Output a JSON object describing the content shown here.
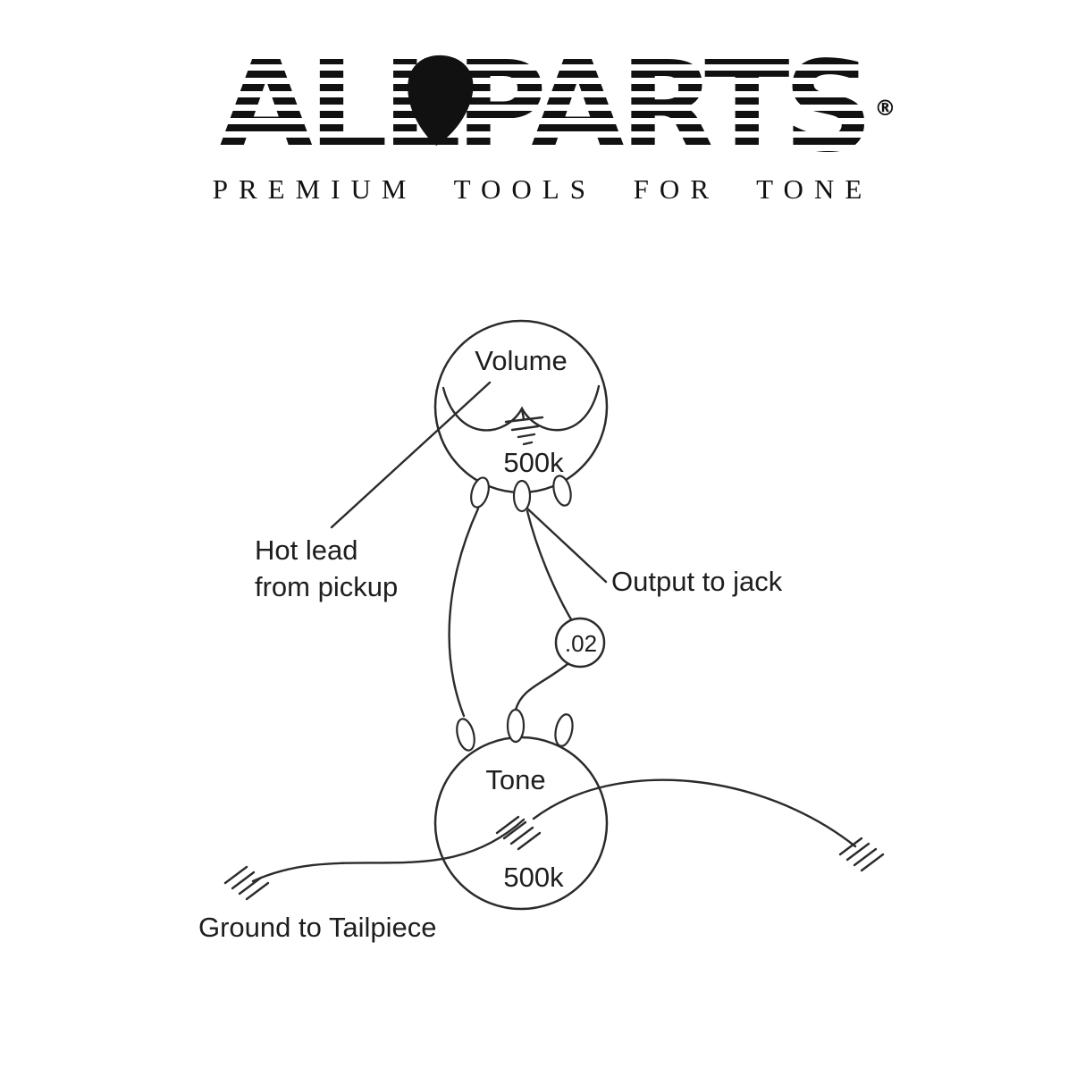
{
  "logo": {
    "brand": "ALLPARTS",
    "registered_mark": "®",
    "tagline": "PREMIUM TOOLS FOR TONE"
  },
  "diagram": {
    "volume_pot": {
      "label": "Volume",
      "value": "500k"
    },
    "tone_pot": {
      "label": "Tone",
      "value": "500k"
    },
    "capacitor": {
      "label": ".02"
    },
    "annotations": {
      "hot_lead_line1": "Hot lead",
      "hot_lead_line2": "from pickup",
      "output_to_jack": "Output to jack",
      "ground_to_tailpiece": "Ground to Tailpiece"
    }
  },
  "colors": {
    "background": "#ffffff",
    "ink": "#2b2b2b"
  }
}
